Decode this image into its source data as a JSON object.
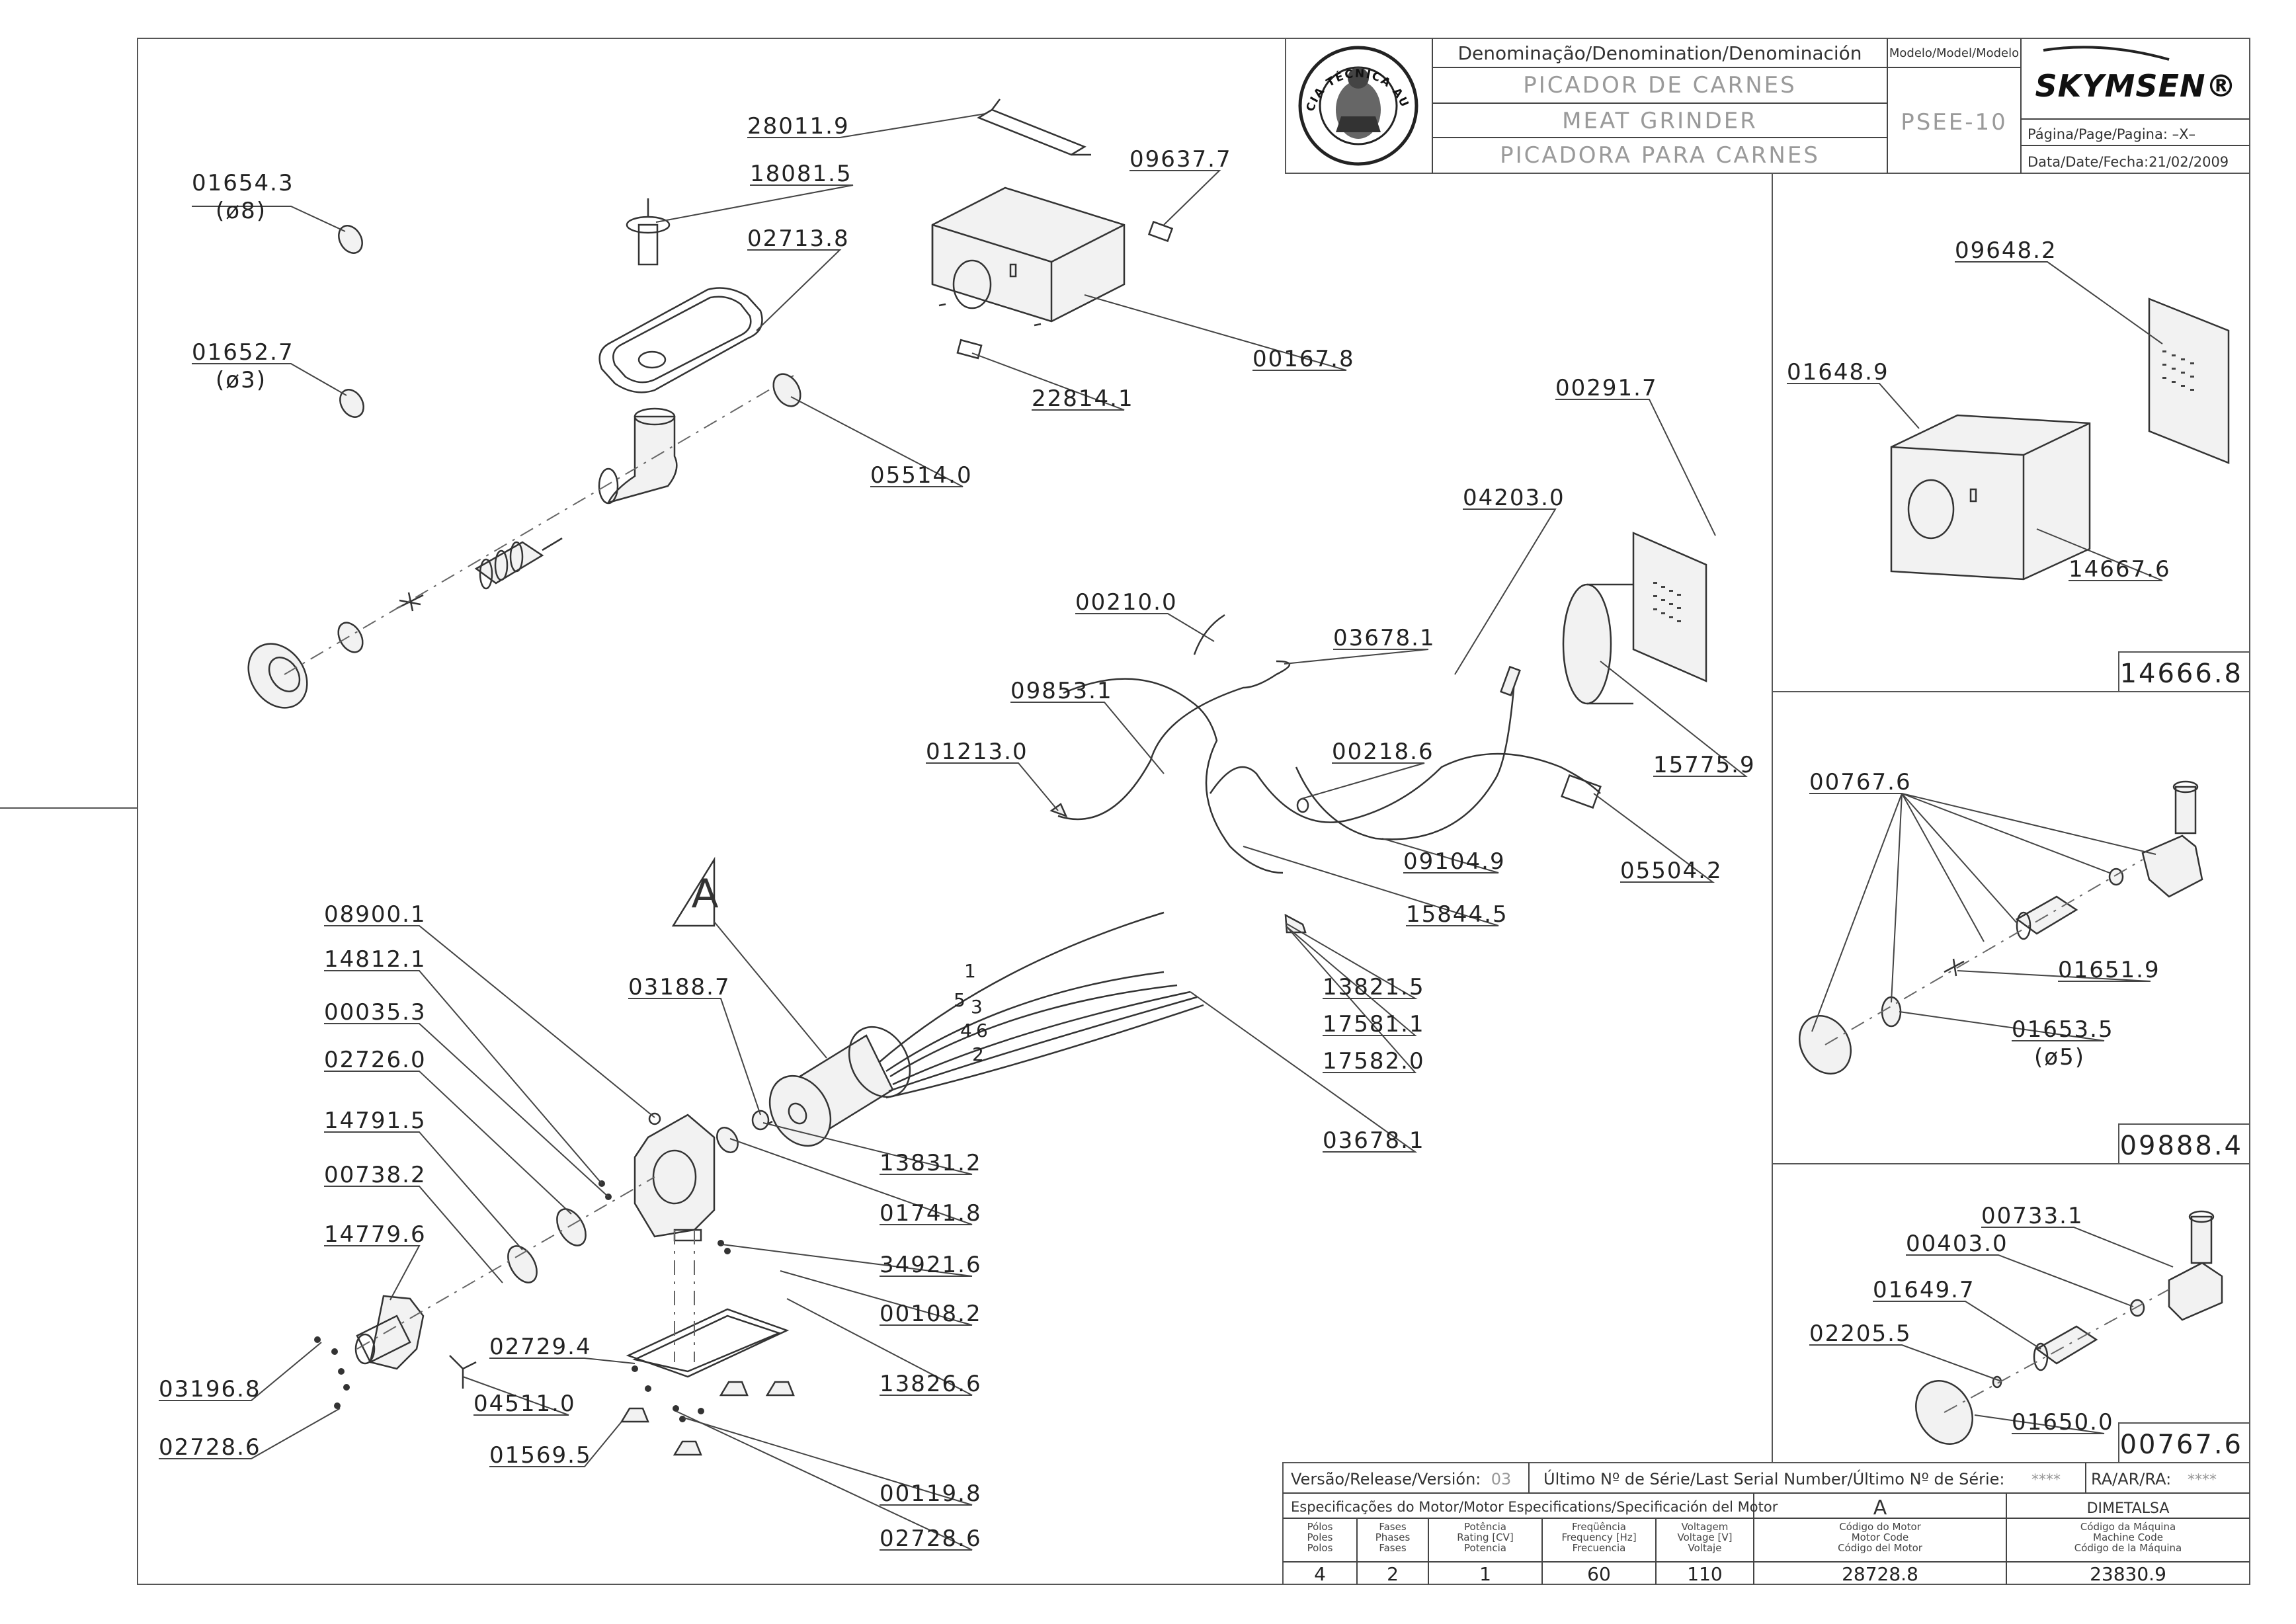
{
  "title_block": {
    "denomination_header": "Denominação/Denomination/Denominación",
    "name_pt": "PICADOR DE CARNES",
    "name_en": "MEAT GRINDER",
    "name_es": "PICADORA PARA CARNES",
    "model_header": "Modelo/Model/Modelo",
    "model": "PSEE-10",
    "brand": "SKYMSEN®",
    "page_label": "Página/Page/Pagina: –X–",
    "date_label": "Data/Date/Fecha:21/02/2009",
    "seal_text": "ASSISTÊNCIA TÉCNICA AUTORIZADA"
  },
  "bottom_block": {
    "version_label": "Versão/Release/Versión:",
    "version_value": "03",
    "serial_label": "Último Nº de Série/Last Serial Number/Último Nº de Série:",
    "serial_value": "****",
    "ra_label": "RA/AR/RA:",
    "ra_value": "****",
    "motor_spec_label": "Especificações do Motor/Motor Especifications/Specificación del Motor",
    "motor_letter": "A",
    "supplier": "DIMETALSA",
    "columns": [
      {
        "header": [
          "Pólos",
          "Poles",
          "Polos"
        ],
        "value": "4"
      },
      {
        "header": [
          "Fases",
          "Phases",
          "Fases"
        ],
        "value": "2"
      },
      {
        "header": [
          "Potência",
          "Rating [CV]",
          "Potencia"
        ],
        "value": "1"
      },
      {
        "header": [
          "Freqüência",
          "Frequency [Hz]",
          "Frecuencia"
        ],
        "value": "60"
      },
      {
        "header": [
          "Voltagem",
          "Voltage [V]",
          "Voltaje"
        ],
        "value": "110"
      },
      {
        "header": [
          "Código do Motor",
          "Motor Code",
          "Código del Motor"
        ],
        "value": "28728.8"
      },
      {
        "header": [
          "Código da Máquina",
          "Machine Code",
          "Código de la Máquina"
        ],
        "value": "23830.9"
      }
    ]
  },
  "labels": {
    "p28011_9": "28011.9",
    "p18081_5": "18081.5",
    "p02713_8": "02713.8",
    "p09637_7": "09637.7",
    "p01654_3": "01654.3",
    "p01654_3_sub": "(ø8)",
    "p01652_7": "01652.7",
    "p01652_7_sub": "(ø3)",
    "p00167_8": "00167.8",
    "p22814_1": "22814.1",
    "p05514_0": "05514.0",
    "p00291_7": "00291.7",
    "p04203_0": "04203.0",
    "p00210_0": "00210.0",
    "p03678_1a": "03678.1",
    "p09853_1": "09853.1",
    "p01213_0": "01213.0",
    "p00218_6": "00218.6",
    "p15775_9": "15775.9",
    "p09104_9": "09104.9",
    "p05504_2": "05504.2",
    "p15844_5": "15844.5",
    "p13821_5": "13821.5",
    "p17581_1": "17581.1",
    "p17582_0": "17582.0",
    "p03678_1b": "03678.1",
    "p08900_1": "08900.1",
    "p14812_1": "14812.1",
    "p00035_3": "00035.3",
    "p02726_0": "02726.0",
    "p14791_5": "14791.5",
    "p00738_2": "00738.2",
    "p14779_6": "14779.6",
    "p03196_8": "03196.8",
    "p02728_6a": "02728.6",
    "p03188_7": "03188.7",
    "p13831_2": "13831.2",
    "p01741_8": "01741.8",
    "p34921_6": "34921.6",
    "p00108_2": "00108.2",
    "p02729_4": "02729.4",
    "p13826_6": "13826.6",
    "p04511_0": "04511.0",
    "p01569_5": "01569.5",
    "p00119_8": "00119.8",
    "p02728_6b": "02728.6",
    "motor_callout": "A",
    "wire_1": "1",
    "wire_5": "5",
    "wire_3": "3",
    "wire_4": "4",
    "wire_6": "6",
    "wire_2": "2",
    "p09648_2": "09648.2",
    "p01648_9": "01648.9",
    "p14667_6": "14667.6",
    "ref_14666_8": "14666.8",
    "p00767_6": "00767.6",
    "p01651_9": "01651.9",
    "p01653_5": "01653.5",
    "p01653_5_sub": "(ø5)",
    "ref_09888_4": "09888.4",
    "p00733_1": "00733.1",
    "p00403_0": "00403.0",
    "p01649_7": "01649.7",
    "p02205_5": "02205.5",
    "p01650_0": "01650.0",
    "ref_00767_6": "00767.6"
  }
}
